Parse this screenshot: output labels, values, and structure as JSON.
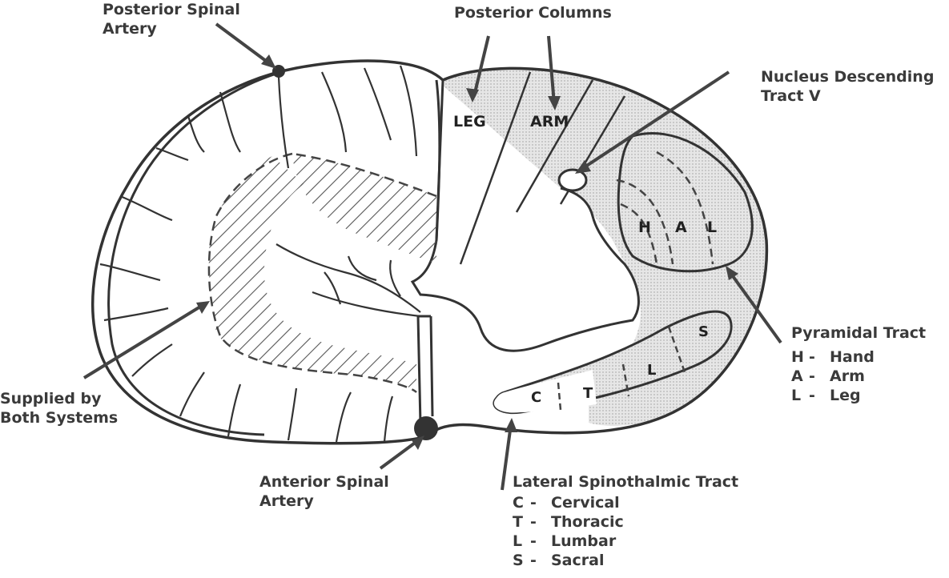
{
  "labels": {
    "posterior_spinal_artery": [
      "Posterior Spinal",
      "Artery"
    ],
    "posterior_columns": "Posterior Columns",
    "nucleus_descending": [
      "Nucleus Descending",
      "Tract V"
    ],
    "supplied_by": [
      "Supplied by",
      "Both Systems"
    ],
    "anterior_spinal_artery": [
      "Anterior Spinal",
      "Artery"
    ],
    "pyramidal_tract": "Pyramidal Tract",
    "lateral_spinothalmic": "Lateral Spinothalmic Tract"
  },
  "region_labels": {
    "leg": "LEG",
    "arm": "ARM",
    "pyr_h": "H",
    "pyr_a": "A",
    "pyr_l": "L",
    "st_c": "C",
    "st_t": "T",
    "st_l": "L",
    "st_s": "S"
  },
  "pyramidal_legend": [
    {
      "key": "H",
      "dash": "-",
      "value": "Hand"
    },
    {
      "key": "A",
      "dash": "-",
      "value": "Arm"
    },
    {
      "key": "L",
      "dash": "-",
      "value": "Leg"
    }
  ],
  "spinothalmic_legend": [
    {
      "key": "C",
      "dash": "-",
      "value": "Cervical"
    },
    {
      "key": "T",
      "dash": "-",
      "value": "Thoracic"
    },
    {
      "key": "L",
      "dash": "-",
      "value": "Lumbar"
    },
    {
      "key": "S",
      "dash": "-",
      "value": "Sacral"
    }
  ]
}
